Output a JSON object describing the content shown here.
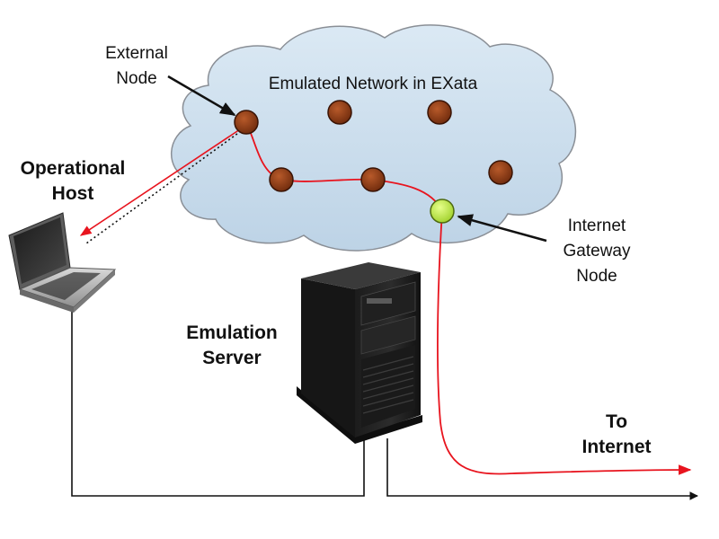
{
  "labels": {
    "external_node": [
      "External",
      "Node"
    ],
    "cloud_title": "Emulated Network in EXata",
    "operational_host": [
      "Operational",
      "Host"
    ],
    "emulation_server": [
      "Emulation",
      "Server"
    ],
    "internet_gateway": [
      "Internet",
      "Gateway",
      "Node"
    ],
    "to_internet": [
      "To",
      "Internet"
    ]
  },
  "colors": {
    "cloud_fill": "#cfe1ef",
    "cloud_stroke": "#8a8f96",
    "node_fill": "#8b3a16",
    "node_stroke": "#3a1405",
    "gateway_fill": "#c6f04a",
    "gateway_stroke": "#4e6a10",
    "route": "#e8141e",
    "wire": "#111111"
  },
  "icons": [
    "laptop-icon",
    "tower-server-icon",
    "arrow-icon"
  ]
}
